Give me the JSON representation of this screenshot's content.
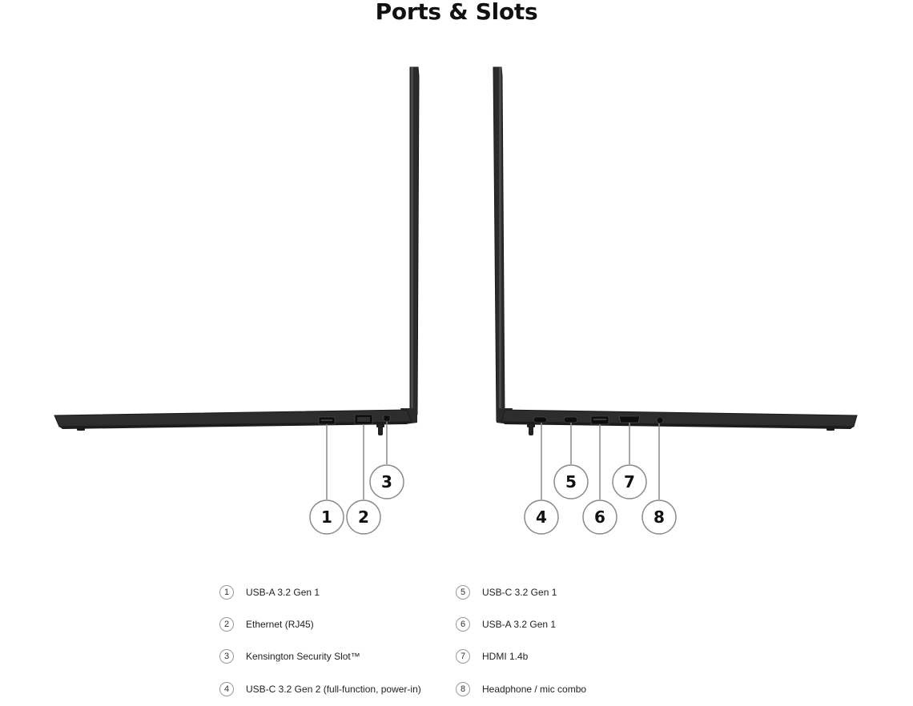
{
  "page": {
    "title": "Ports & Slots"
  },
  "colors": {
    "chassis": "#2b2b2b",
    "chassis_edge": "#1a1a1a",
    "callout_line": "#8a8a8a",
    "port": "#111111"
  },
  "callouts": [
    {
      "number": "1"
    },
    {
      "number": "2"
    },
    {
      "number": "3"
    },
    {
      "number": "4"
    },
    {
      "number": "5"
    },
    {
      "number": "6"
    },
    {
      "number": "7"
    },
    {
      "number": "8"
    }
  ],
  "legend": {
    "items": [
      {
        "number": "1",
        "label": "USB-A 3.2 Gen 1"
      },
      {
        "number": "2",
        "label": "Ethernet (RJ45)"
      },
      {
        "number": "3",
        "label": "Kensington Security Slot™"
      },
      {
        "number": "4",
        "label": "USB-C 3.2 Gen 2 (full-function, power-in)"
      },
      {
        "number": "5",
        "label": "USB-C 3.2 Gen 1"
      },
      {
        "number": "6",
        "label": "USB-A 3.2 Gen 1"
      },
      {
        "number": "7",
        "label": "HDMI 1.4b"
      },
      {
        "number": "8",
        "label": "Headphone / mic combo"
      }
    ]
  }
}
